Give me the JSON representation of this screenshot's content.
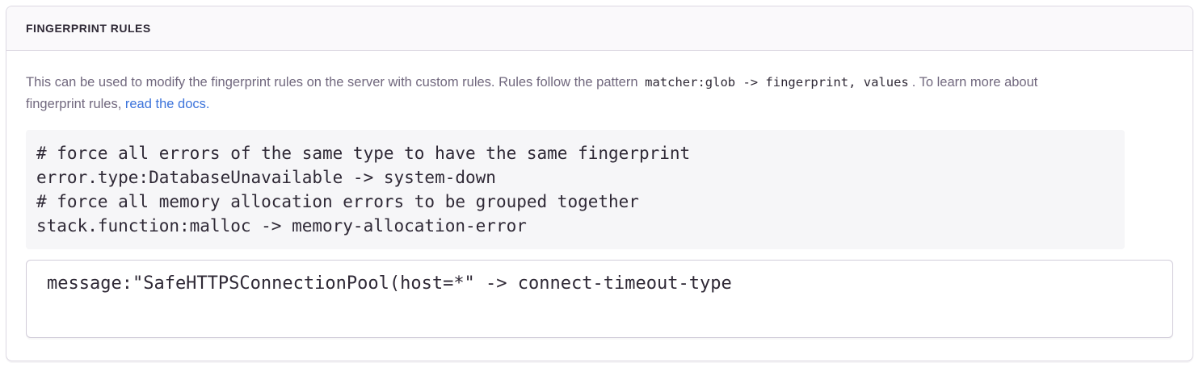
{
  "panel": {
    "title": "FINGERPRINT RULES",
    "description": {
      "text_before_code": "This can be used to modify the fingerprint rules on the server with custom rules. Rules follow the pattern ",
      "inline_code": "matcher:glob -> fingerprint, values",
      "text_after_code": ". To learn more about fingerprint rules, ",
      "link_text": "read the docs."
    },
    "example_code": "# force all errors of the same type to have the same fingerprint\nerror.type:DatabaseUnavailable -> system-down\n# force all memory allocation errors to be grouped together\nstack.function:malloc -> memory-allocation-error",
    "rules_input": {
      "value": "message:\"SafeHTTPSConnectionPool(host=*\" -> connect-timeout-type"
    }
  },
  "colors": {
    "link_blue": "#3d74db",
    "heading_text": "#2f2936",
    "body_text": "#71687e",
    "code_text": "#2f2936",
    "code_block_bg": "#f6f6f8",
    "header_bg": "#faf9fb",
    "border": "#dcd8e2",
    "input_border": "#d1ccd9"
  }
}
